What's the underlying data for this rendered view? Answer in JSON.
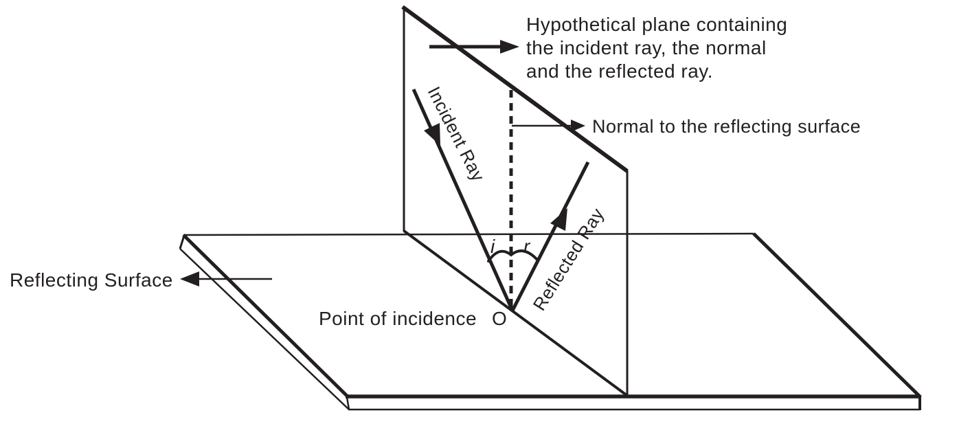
{
  "diagram": {
    "caption": {
      "line1": "Hypothetical plane containing",
      "line2": "the incident ray, the normal",
      "line3": "and the reflected ray."
    },
    "labels": {
      "normal": "Normal to the reflecting surface",
      "incident_ray": "Incident Ray",
      "reflected_ray": "Reflected Ray",
      "reflecting_surface": "Reflecting Surface",
      "point_of_incidence": "Point of incidence",
      "point_name": "O",
      "angle_of_incidence": "i",
      "angle_of_reflection": "r"
    },
    "colors": {
      "ink": "#231f20",
      "background": "#ffffff"
    }
  }
}
